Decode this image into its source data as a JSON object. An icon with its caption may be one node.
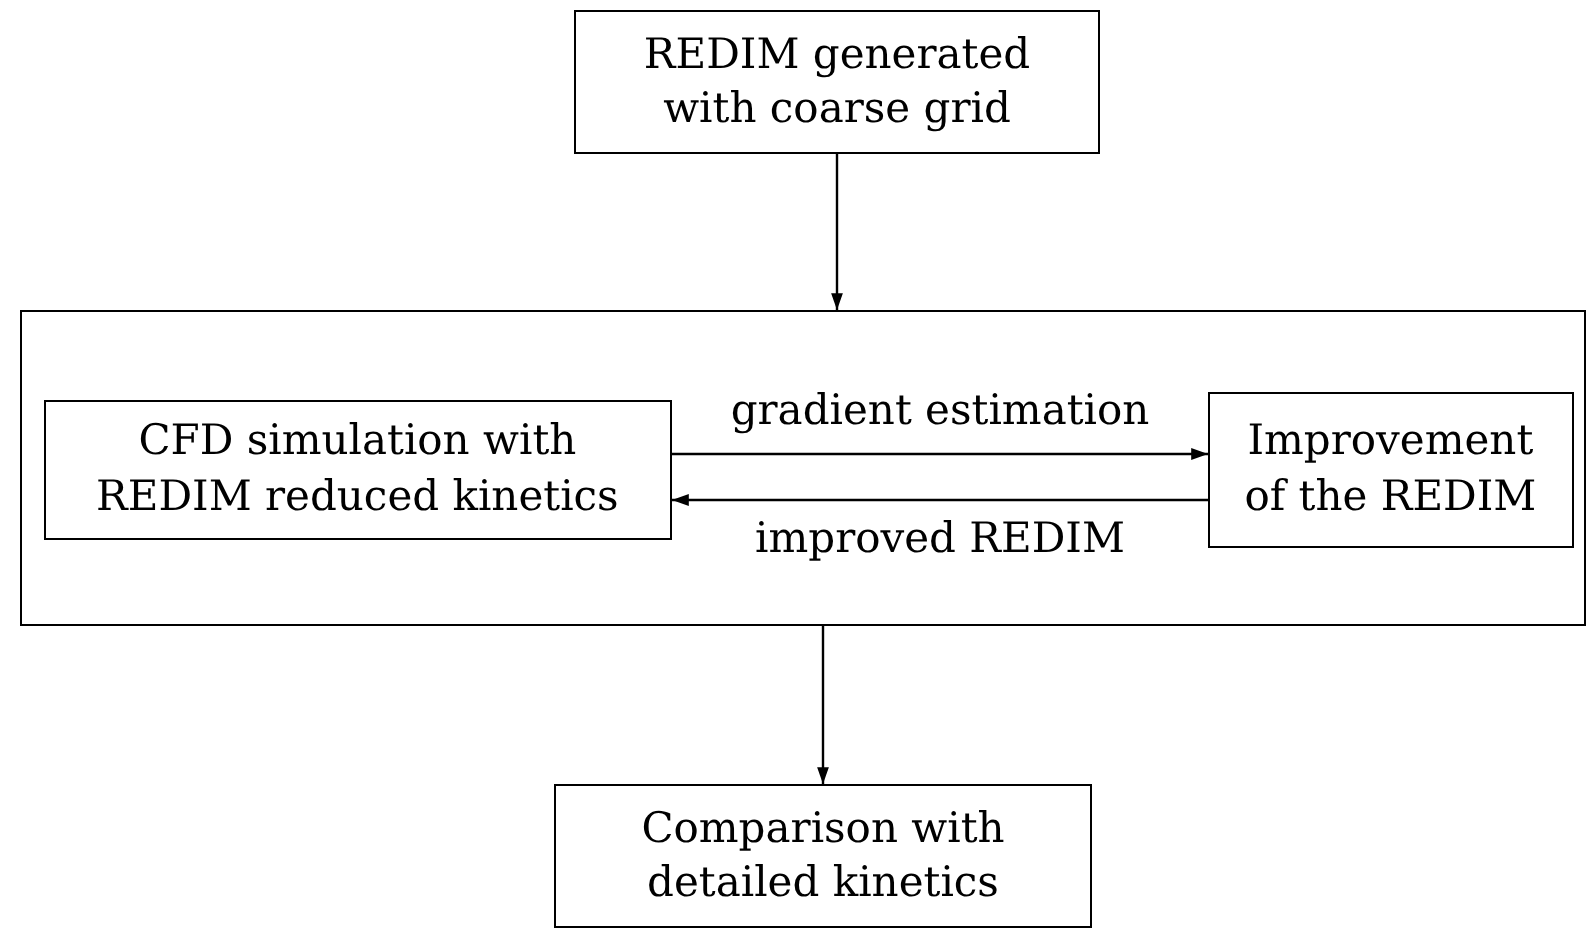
{
  "diagram": {
    "nodes": [
      {
        "text": [
          "REDIM generated with coarse grid"
        ]
      },
      {
        "text": [],
        "shape": "box"
      },
      {
        "text": [
          "CFD simulation with REDIM reduced kinetics"
        ],
        "in": 1
      },
      {
        "text": [
          "Improvement of the REDIM"
        ],
        "in": 1
      },
      {
        "text": [
          "Comparison with detailed kinetics"
        ]
      }
    ],
    "edges": [
      {
        "from": 0,
        "to": 1,
        "arrow": "to"
      },
      {
        "from": 2,
        "to": 3,
        "arrow": "to",
        "label": "gradient estimation"
      },
      {
        "from": 3,
        "to": 2,
        "arrow": "to",
        "label": "improved REDIM"
      },
      {
        "from": 1,
        "to": 4,
        "arrow": "to"
      }
    ]
  }
}
